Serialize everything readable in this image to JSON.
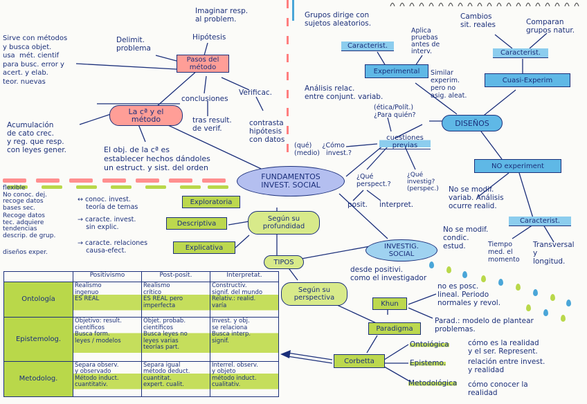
{
  "center": "FUNDAMENTOS\nINVEST. SOCIAL",
  "metodo": {
    "node": "La cª y el\nmétodo",
    "pasos_node": "Pasos del\nmétodo",
    "imaginar": "Imaginar resp.\nal problem.",
    "hipotesis": "Hipótesis",
    "delimit": "Delimit.\nproblema",
    "verificac": "Verificac.",
    "conclusiones": "conclusiones",
    "tras_result": "tras result.\nde verif.",
    "contrasta": "contrasta\nhipótesis\ncon datos",
    "sirve": "Sirve con métodos\ny busca objet.\nusa  mét. cientif\npara busc. error y\nacert. y elab.\nteor. nuevas",
    "acumulacion": "Acumulación\nde cato crec.\ny reg. que resp.\ncon leyes gener.",
    "objetivo": "El obj. de la cª es\nestablecer hechos dándoles\nun estruct. y sist. del orden"
  },
  "diseños": {
    "node": "DISEÑOS",
    "experimental": "Experimental",
    "cuasi": "Cuasi-Experim",
    "no_experimental": "NO experiment",
    "caracterist_exp": "Caracterist.",
    "caracterist_cuasi": "Caracterist.",
    "caracterist_no": "Caracterist.",
    "grupos": "Grupos dirige con\nsujetos aleatorios.",
    "aplica": "Aplica\npruebas\nantes de\ninterv.",
    "analisis": "Análisis relac.\nentre conjunt. variab.",
    "cambios": "Cambios\nsit. reales",
    "comparan": "Comparan\ngrupos natur.",
    "similar": "Similar\nexperim.\npero no\nasig. aleat.",
    "no_se_modif": "No se modif.\nvariab. Análisis\nocurre realid.",
    "no_se_modif2": "No se modif.\ncondic.\nestud.",
    "transversal": "Transversal\ny\nlongitud.",
    "tiempo": "Tiempo\nmed. el\nmomento"
  },
  "cuestiones": {
    "node": "cuestiones\nprevias",
    "etica": "(ética/Polít.)\n¿Para quién?",
    "que_como": "(qué)     ¿Cómo\n(medio)   invest.?",
    "que_perspect": "¿Qué\nperspect.?",
    "que_investig": "¿Qué\ninvestig?\n(perspec.)",
    "posit": "posit.",
    "interpret": "interpret."
  },
  "profundidad": {
    "node": "Según su\nprofundidad",
    "exploratoria": "Exploratoria",
    "descriptiva": "Descriptiva",
    "explicativa": "Explicativa",
    "txt_explor": "↔ conoc. invest.\n    teoría de temas",
    "txt_desc": "→ caracte. invest.\n    sin explic.",
    "txt_expl": "→ caracte. relaciones\n    causa-efect.",
    "left1": "flexible\nNo conoc. dej.\nrecoge datos\nbases sec.",
    "left2": "Recoge datos\ntec. adquiere\ntendencias\ndescrip. de grup.",
    "left3": "diseños exper.",
    "tipos": "TIPOS"
  },
  "perspectiva": {
    "node": "Según su\nperspectiva",
    "investig_social": "INVESTIG.\nSOCIAL",
    "desde_posit": "desde positivi.\ncomo el investigador",
    "kuhn": "Khun",
    "paradigma": "Paradigma",
    "no_es_posc": "no es posc.\nlineal. Periodo\nnormales y revol.",
    "parad_modelo": "Parad.: modelo de plantear\nproblemas.",
    "corbetta": "Corbetta",
    "ontologica": "Ontológica",
    "epistemo": "Epistemo.",
    "metodologica": "Metodológica",
    "txt_onto": "cómo es la realidad\ny el ser. Represent.",
    "txt_epis": "relación entre invest.\ny realidad",
    "txt_meto": "cómo conocer la\nrealidad"
  },
  "table": {
    "headers": [
      "Positivismo",
      "Post-posit.",
      "Interpretat."
    ],
    "rows": [
      {
        "label": "Ontología",
        "cells": [
          "Realismo\ningenuo\nES REAL",
          "Realismo\ncrítico\nES REAL pero\nimperfecta",
          "Constructiv.\nsignif. del mundo\nRelativ.: realid.\nvaría"
        ]
      },
      {
        "label": "Epistemolog.",
        "cells": [
          "Objetivo: result.\ncientíficos\nBusca form.\nleyes / modelos",
          "Objet. probab.\ncientíficos\nBusca leyes no\nleyes varias\nteorías part.",
          "Invest. y obj.\nse relaciona\nBusca interp.\nsignif."
        ]
      },
      {
        "label": "Metodolog.",
        "cells": [
          "Separa observ.\ny observado\nMétodo induct.\ncuantitativ.",
          "Separa igual\nmétodo deduct.\ncuantitat.\nexpert. cualit.",
          "Interrel. observ.\ny objeto\nmétodo induct.\ncualitativ."
        ]
      }
    ]
  }
}
